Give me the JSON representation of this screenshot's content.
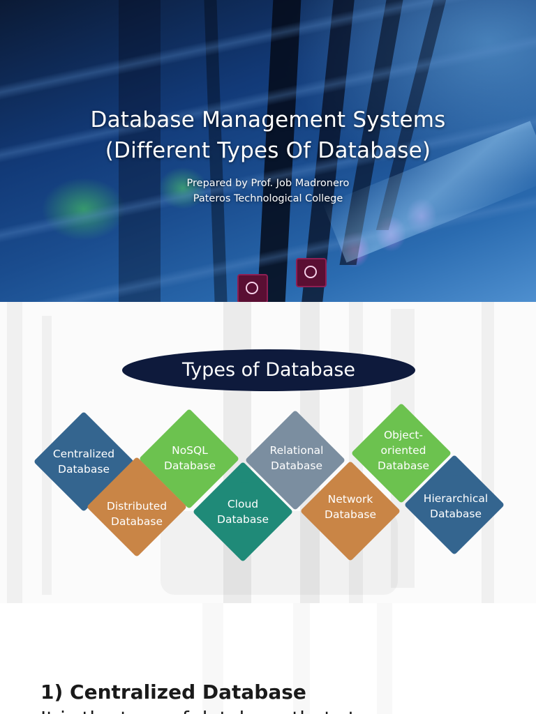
{
  "slide1": {
    "title_line1": "Database Management Systems",
    "title_line2": "(Different Types Of Database)",
    "prepared_by": "Prepared by Prof. Job Madronero",
    "college": "Pateros Technological College"
  },
  "slide2": {
    "heading": "Types of Database",
    "types": [
      {
        "line1": "Centralized",
        "line2": "Database",
        "color": "#34658f"
      },
      {
        "line1": "NoSQL",
        "line2": "Database",
        "color": "#6cc24f"
      },
      {
        "line1": "Relational",
        "line2": "Database",
        "color": "#7b8ea0"
      },
      {
        "line1": "Object-",
        "line2": "oriented",
        "line3": "Database",
        "color": "#6cc24f"
      },
      {
        "line1": "Distributed",
        "line2": "Database",
        "color": "#c98546"
      },
      {
        "line1": "Cloud",
        "line2": "Database",
        "color": "#1f8a78"
      },
      {
        "line1": "Network",
        "line2": "Database",
        "color": "#c98546"
      },
      {
        "line1": "Hierarchical",
        "line2": "Database",
        "color": "#34658f"
      }
    ]
  },
  "slide3": {
    "heading": "1) Centralized Database",
    "body": "It is the type of database that stores"
  }
}
